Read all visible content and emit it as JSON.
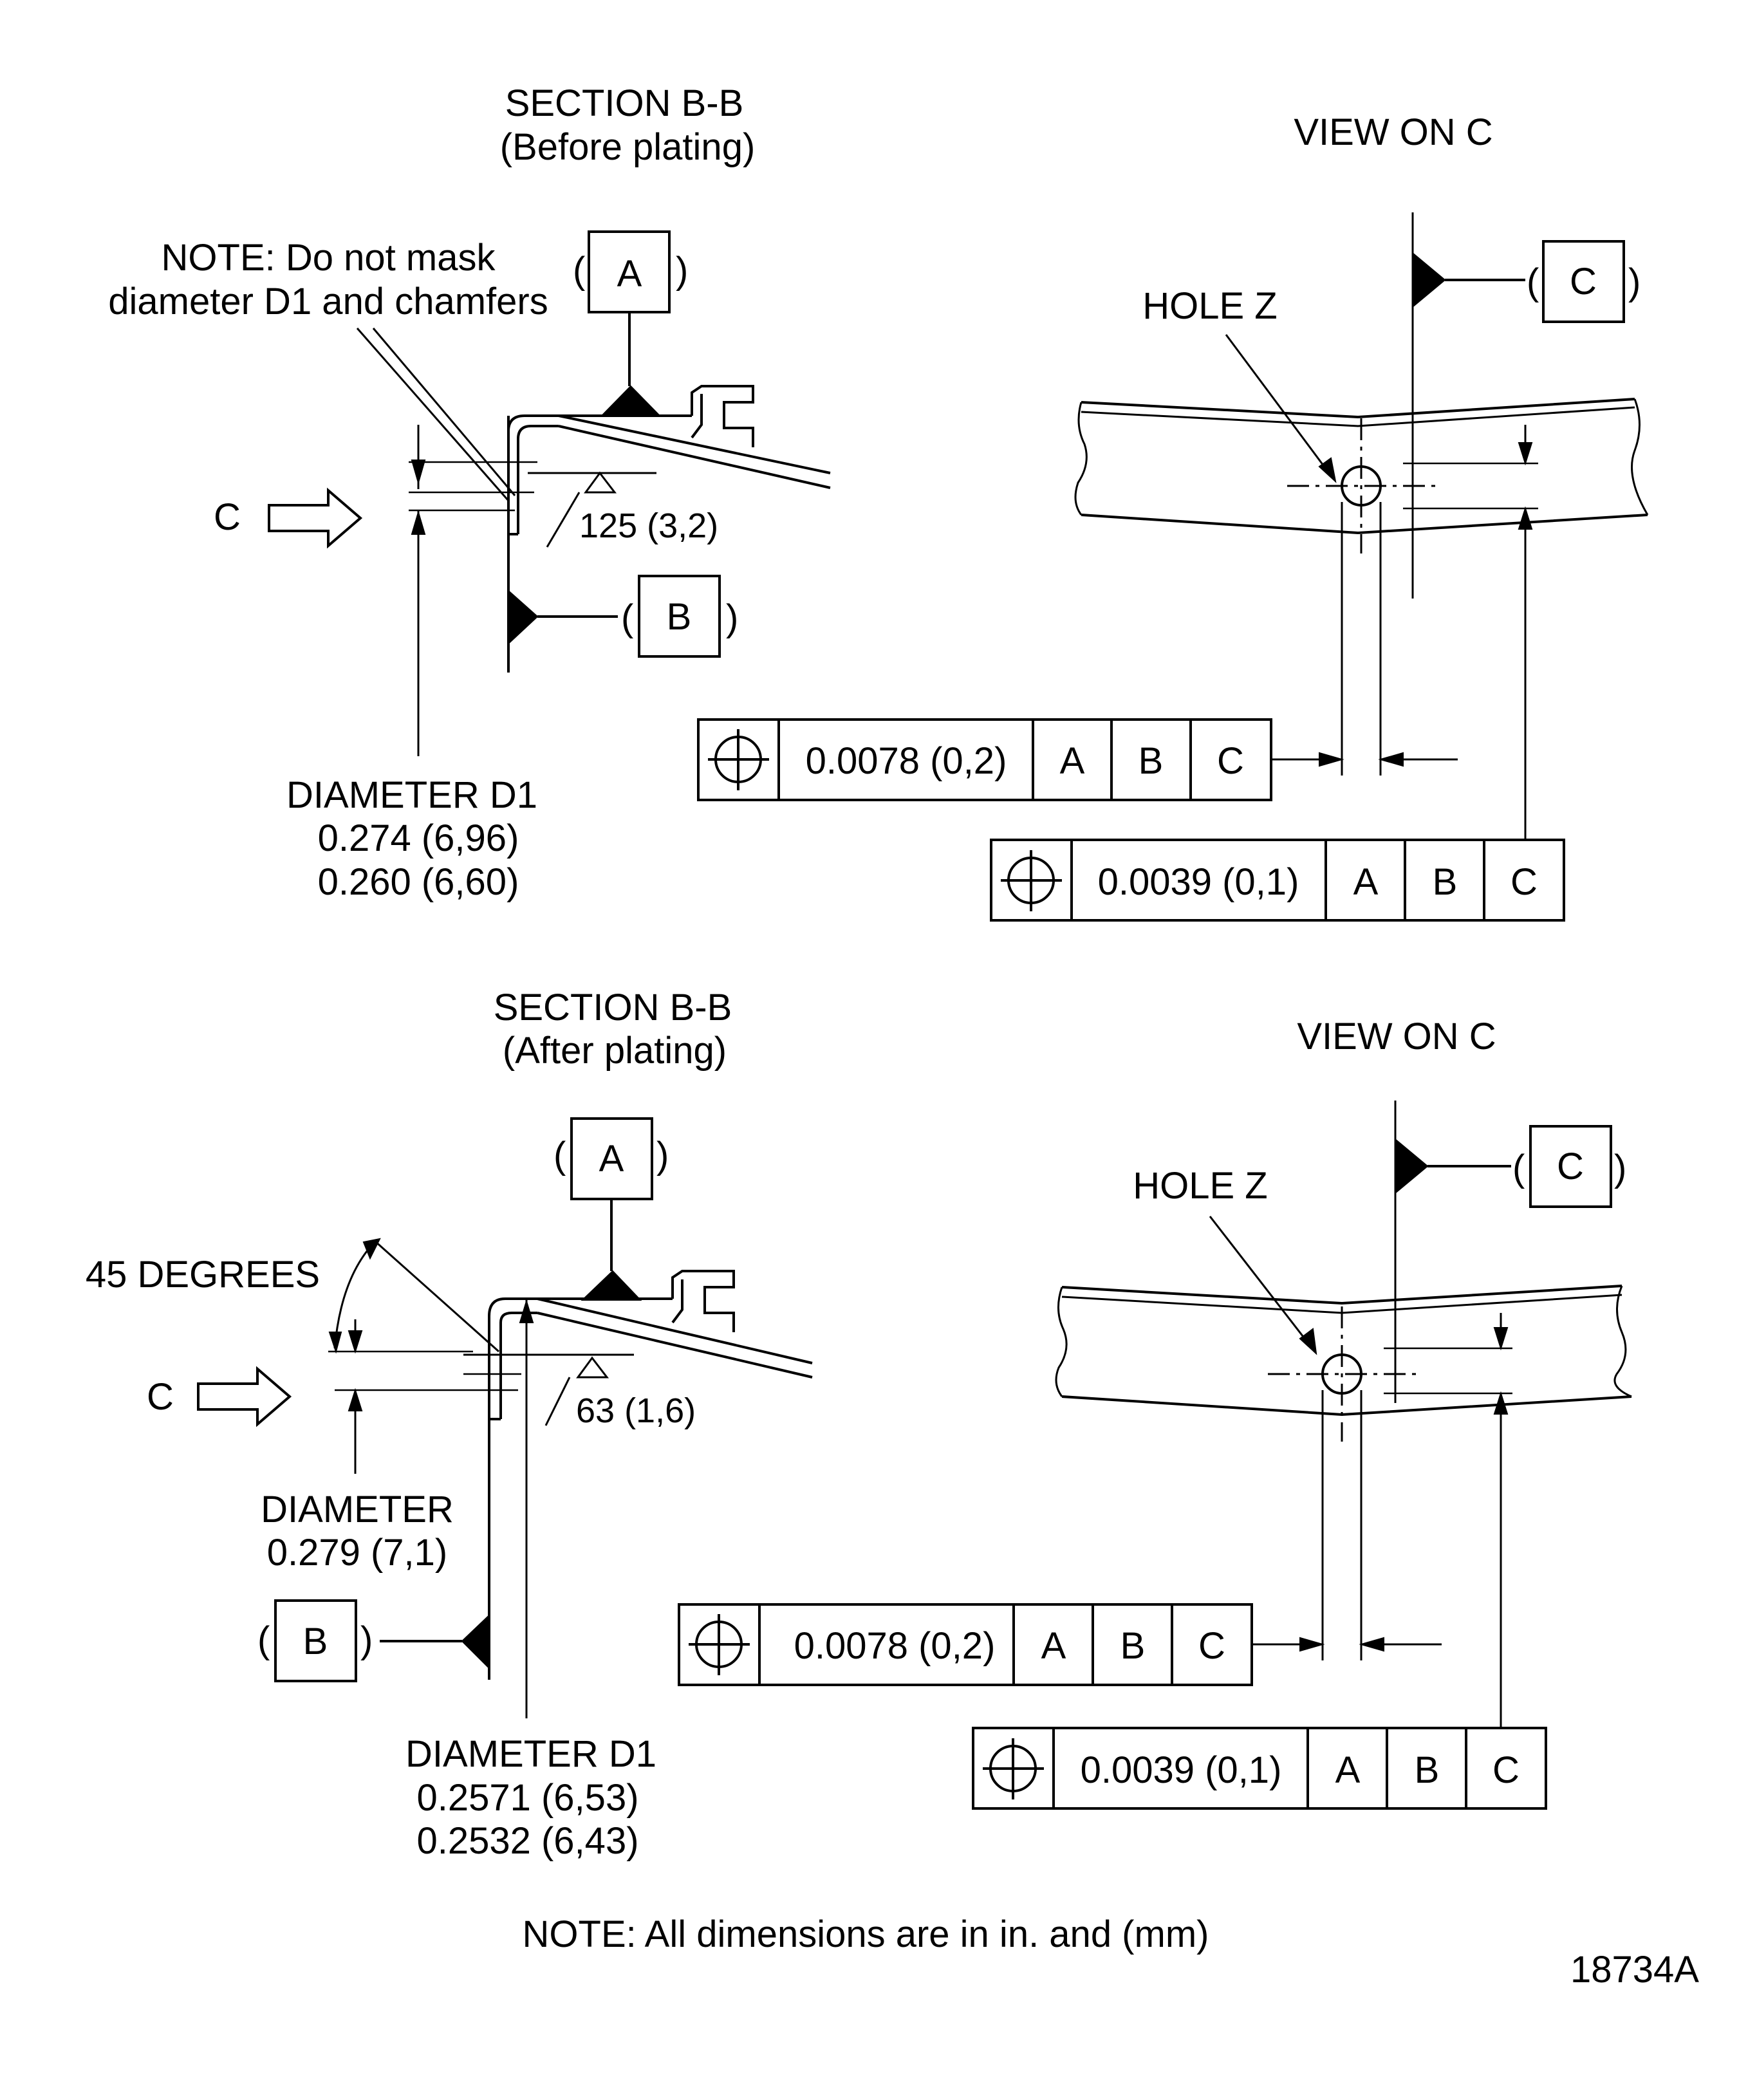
{
  "upper": {
    "section_title": "SECTION B-B",
    "section_subtitle": "(Before plating)",
    "view_title": "VIEW ON C",
    "note_line1": "NOTE: Do not mask",
    "note_line2": "diameter D1 and chamfers",
    "datum_a": "A",
    "datum_b": "B",
    "datum_c": "C",
    "arrow_label": "C",
    "surface_finish": "125 (3,2)",
    "hole_label": "HOLE Z",
    "dia_label": "DIAMETER D1",
    "dia_max": "0.274 (6,96)",
    "dia_min": "0.260 (6,60)",
    "fcf1": {
      "tolerance": "0.0078 (0,2)",
      "refs": [
        "A",
        "B",
        "C"
      ]
    },
    "fcf2": {
      "tolerance": "0.0039 (0,1)",
      "refs": [
        "A",
        "B",
        "C"
      ]
    }
  },
  "lower": {
    "section_title": "SECTION B-B",
    "section_subtitle": "(After plating)",
    "view_title": "VIEW ON C",
    "chamfer_label": "45 DEGREES",
    "datum_a": "A",
    "datum_b": "B",
    "datum_c": "C",
    "arrow_label": "C",
    "surface_finish": "63 (1,6)",
    "hole_label": "HOLE Z",
    "diameter_label": "DIAMETER",
    "diameter_value": "0.279 (7,1)",
    "dia_label": "DIAMETER D1",
    "dia_max": "0.2571 (6,53)",
    "dia_min": "0.2532 (6,43)",
    "fcf1": {
      "tolerance": "0.0078 (0,2)",
      "refs": [
        "A",
        "B",
        "C"
      ]
    },
    "fcf2": {
      "tolerance": "0.0039 (0,1)",
      "refs": [
        "A",
        "B",
        "C"
      ]
    }
  },
  "footer_note": "NOTE: All dimensions are in in. and (mm)",
  "figure_id": "18734A"
}
